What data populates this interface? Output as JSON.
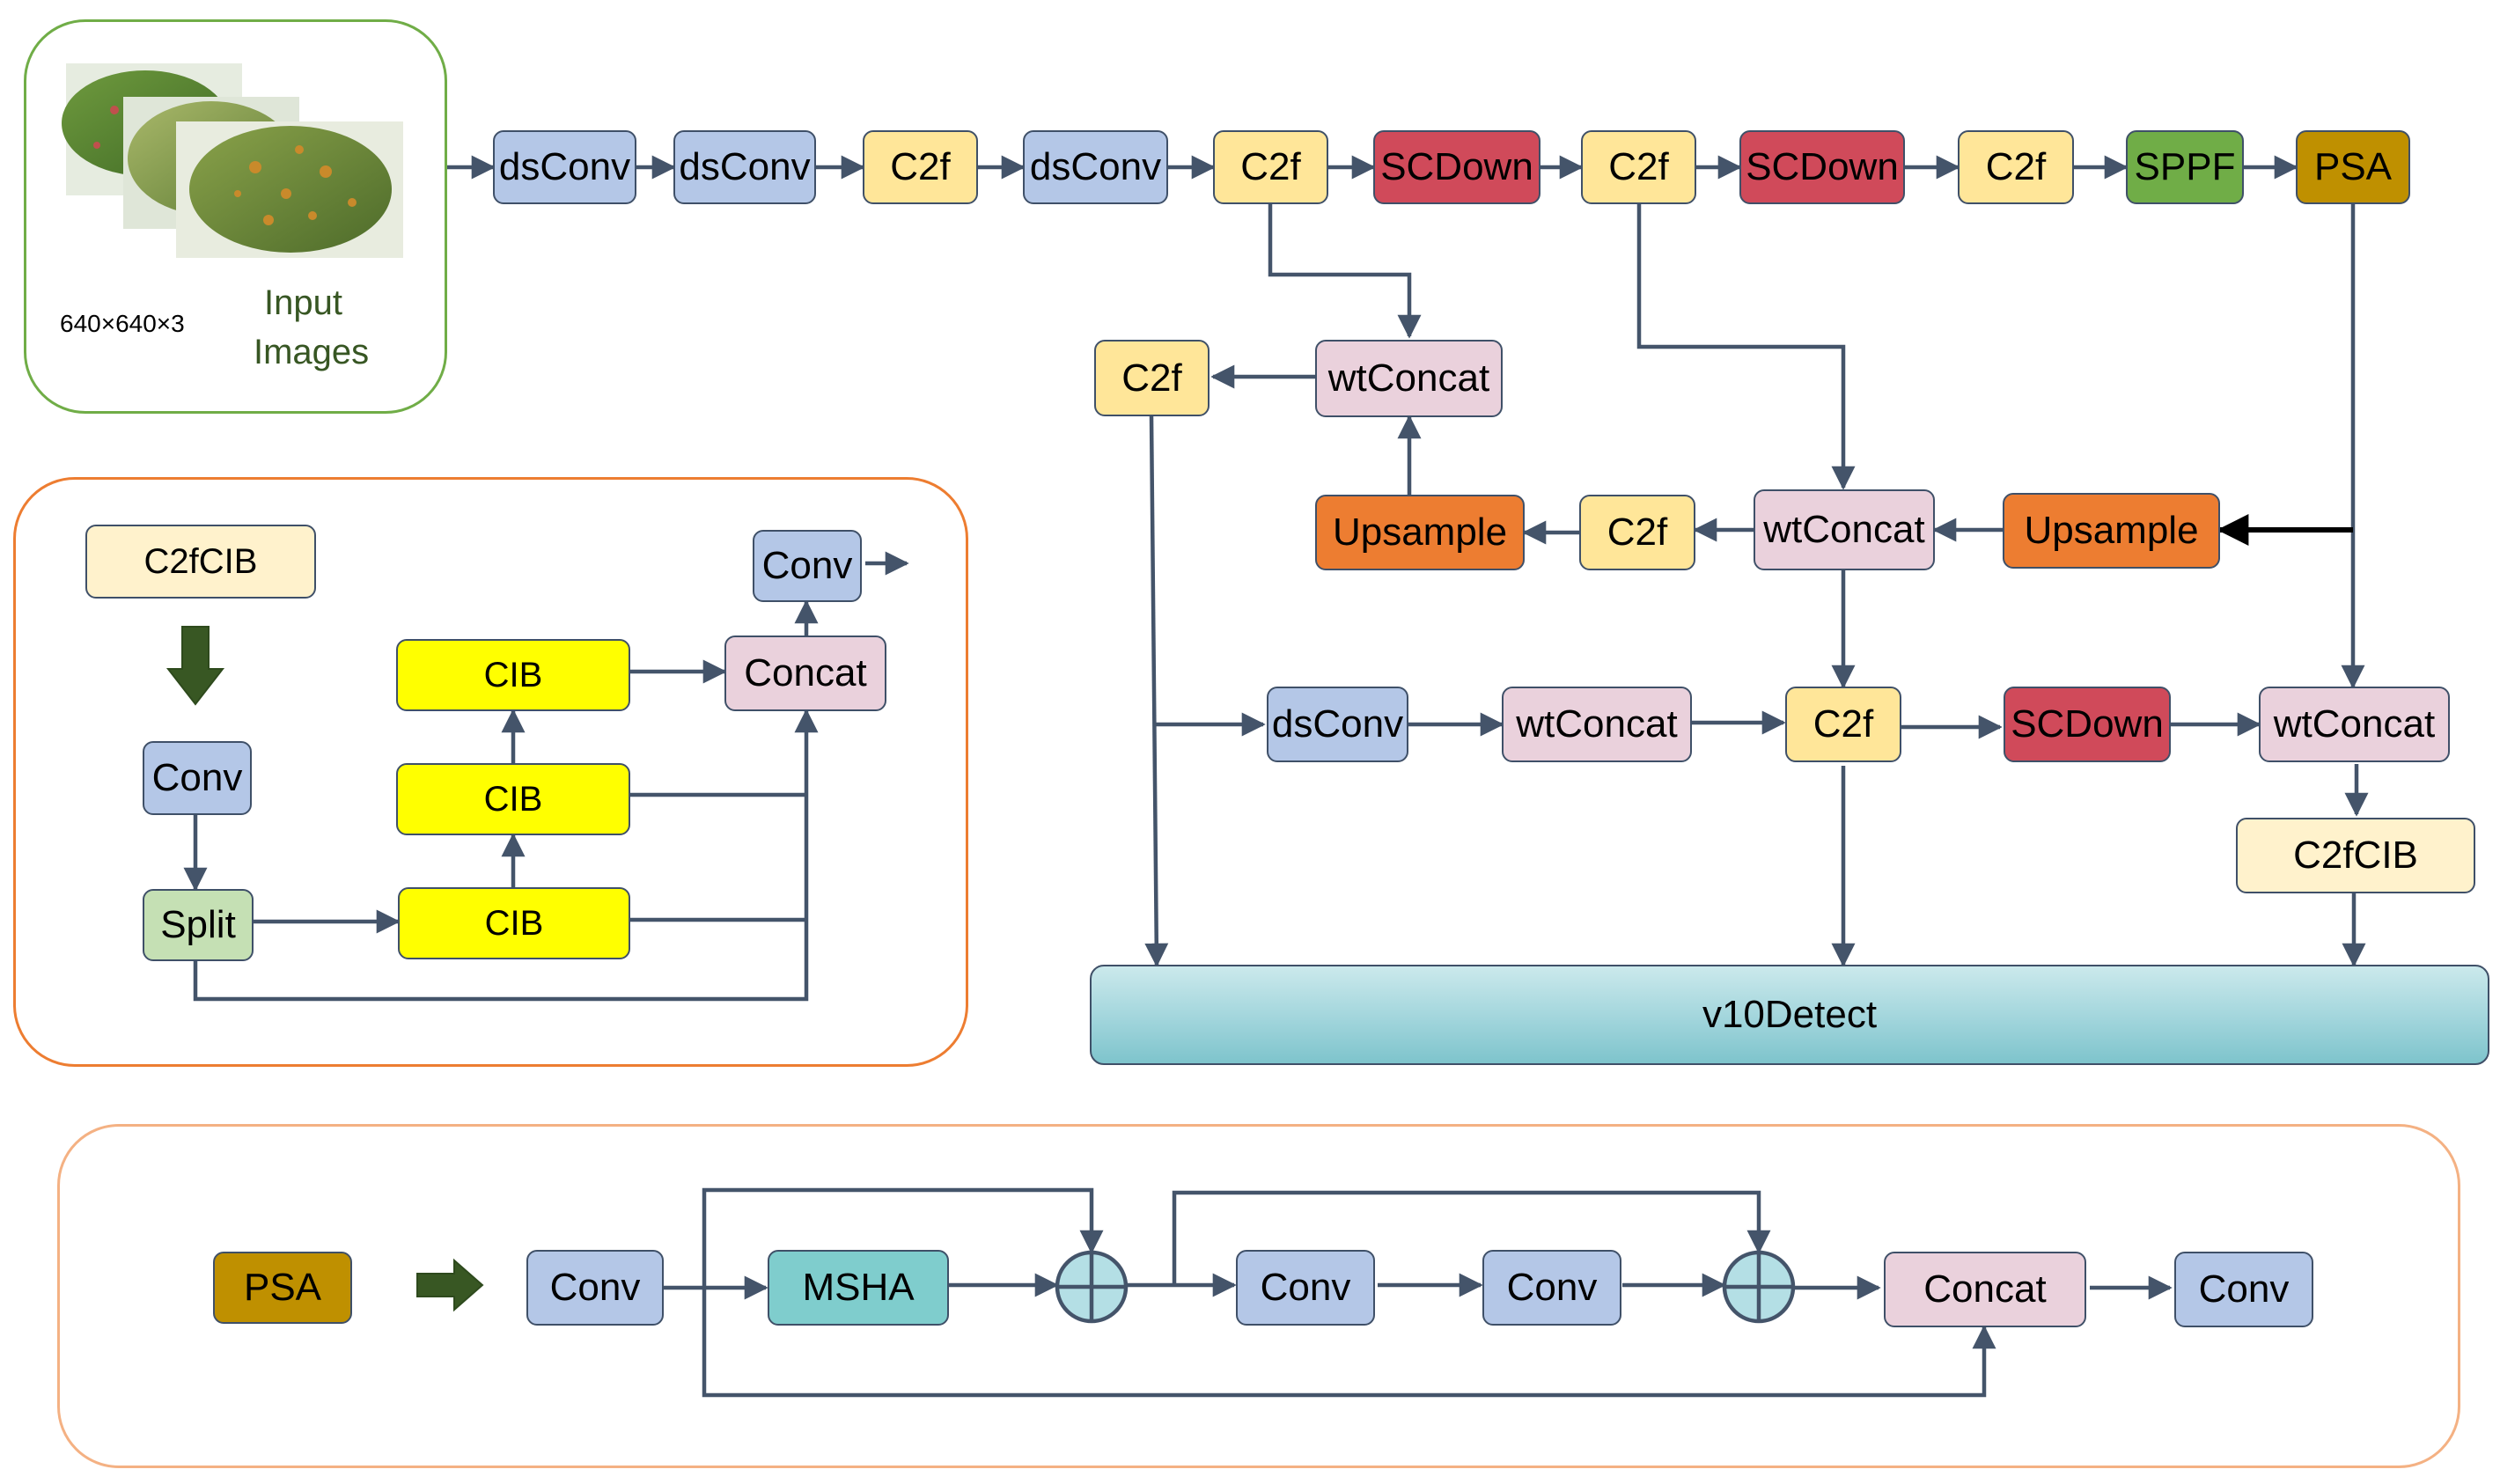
{
  "colors": {
    "ds_conv": "#b4c7e7",
    "c2f": "#ffe699",
    "scdown": "#d04a5a",
    "sppf": "#70ad47",
    "psa": "#bf9000",
    "wtconcat": "#ead1dc",
    "upsample": "#ed7d31",
    "c2fcib": "#fff2cc",
    "cib": "#ffff00",
    "split": "#c5e0b4",
    "msha": "#7fcdcd",
    "detect": "#9fd6dc",
    "arrow": "#44546a",
    "input_frame": "#70ad47",
    "c2fcib_frame": "#ed7d31",
    "psa_frame": "#f4b183"
  },
  "input": {
    "size_label": "640×640×3",
    "title_line1": "Input",
    "title_line2": "Images"
  },
  "backbone": {
    "dsconv_1": "dsConv",
    "dsconv_2": "dsConv",
    "c2f_1": "C2f",
    "dsconv_3": "dsConv",
    "c2f_2": "C2f",
    "scdown_1": "SCDown",
    "c2f_3": "C2f",
    "scdown_2": "SCDown",
    "c2f_4": "C2f",
    "sppf": "SPPF",
    "psa": "PSA"
  },
  "neck": {
    "c2f_top": "C2f",
    "wtconcat_top": "wtConcat",
    "upsample_left": "Upsample",
    "c2f_mid": "C2f",
    "wtconcat_mid": "wtConcat",
    "upsample_right": "Upsample",
    "dsconv_bottom": "dsConv",
    "wtconcat_bottom_left": "wtConcat",
    "c2f_bottom": "C2f",
    "scdown_bottom": "SCDown",
    "wtconcat_bottom_right": "wtConcat",
    "c2fcib": "C2fCIB",
    "detect": "v10Detect"
  },
  "c2fcib_detail": {
    "title": "C2fCIB",
    "conv_in": "Conv",
    "split": "Split",
    "cib_1": "CIB",
    "cib_2": "CIB",
    "cib_3": "CIB",
    "concat": "Concat",
    "conv_out": "Conv"
  },
  "psa_detail": {
    "title": "PSA",
    "conv_1": "Conv",
    "msha": "MSHA",
    "conv_2": "Conv",
    "conv_3": "Conv",
    "concat": "Concat",
    "conv_out": "Conv"
  }
}
